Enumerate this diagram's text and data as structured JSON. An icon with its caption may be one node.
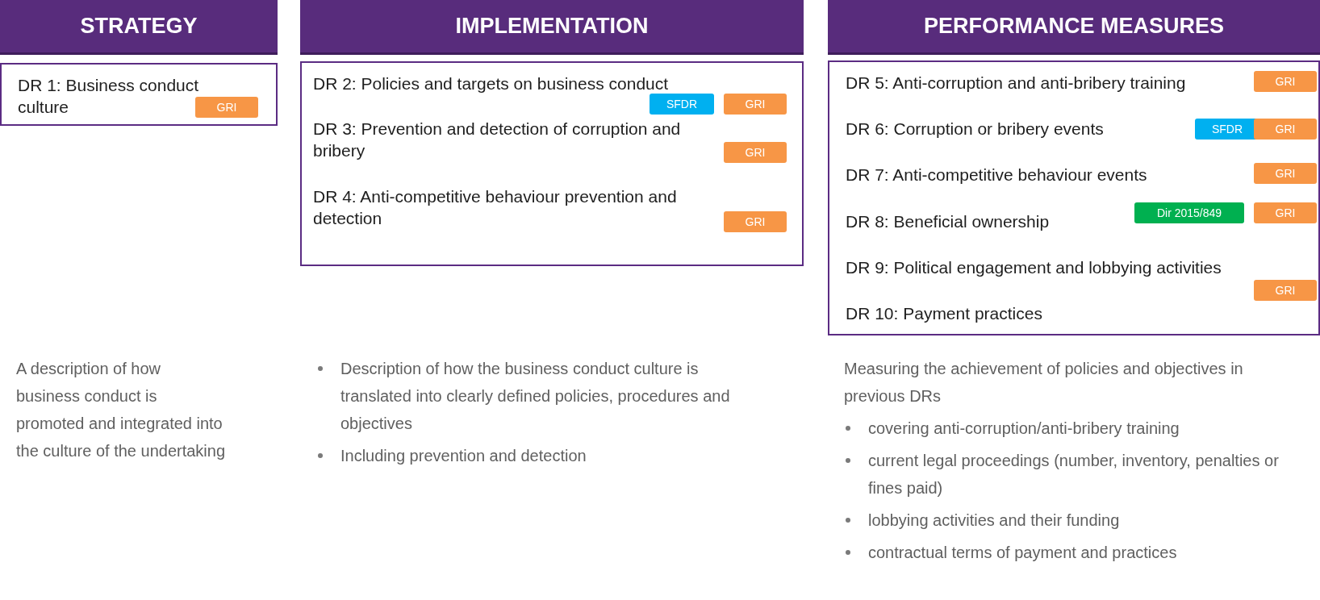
{
  "diagram": {
    "nodes": [
      {
        "text": [
          "STRATEGY"
        ]
      },
      {
        "text": [
          "IMPLEMENTATION"
        ]
      },
      {
        "text": [
          "PERFORMANCE MEASURES"
        ]
      },
      {
        "text": [
          "DR 1: Business conduct culture"
        ]
      },
      {
        "text": [
          "GRI"
        ],
        "in": 3
      },
      {
        "text": [
          "DR 2: Policies and targets on business conduct",
          "DR 3: Prevention and detection of corruption and bribery",
          "DR 4: Anti-competitive behaviour prevention and detection"
        ]
      },
      {
        "text": [
          "SFDR"
        ],
        "in": 5
      },
      {
        "text": [
          "GRI"
        ],
        "in": 5
      },
      {
        "text": [
          "GRI"
        ],
        "in": 5
      },
      {
        "text": [
          "GRI"
        ],
        "in": 5
      },
      {
        "text": [
          "DR 5: Anti-corruption and anti-bribery training",
          "DR 6: Corruption or bribery events",
          "DR 7: Anti-competitive behaviour events",
          "DR 8: Beneficial ownership",
          "DR 9: Political engagement and lobbying activities",
          "DR 10: Payment practices"
        ]
      },
      {
        "text": [
          "GRI"
        ],
        "in": 10
      },
      {
        "text": [
          "SFDR"
        ],
        "in": 10
      },
      {
        "text": [
          "GRI"
        ],
        "in": 10
      },
      {
        "text": [
          "GRI"
        ],
        "in": 10
      },
      {
        "text": [
          "Dir 2015/849"
        ],
        "in": 10
      },
      {
        "text": [
          "GRI"
        ],
        "in": 10
      },
      {
        "text": [
          "GRI"
        ],
        "in": 10
      },
      {
        "text": [
          "A description of how business conduct is promoted and integrated into the culture of the undertaking"
        ]
      },
      {
        "text": [
          "Description of how the business conduct culture is translated into clearly defined policies, procedures and objectives",
          "Including prevention and detection"
        ]
      },
      {
        "text": [
          "Measuring the achievement of policies and objectives in previous DRs",
          "covering anti-corruption/anti-bribery training",
          "current legal proceedings (number, inventory, penalties or fines paid)",
          "lobbying activities and their funding",
          "contractual terms of payment and practices"
        ]
      }
    ],
    "edges": []
  }
}
